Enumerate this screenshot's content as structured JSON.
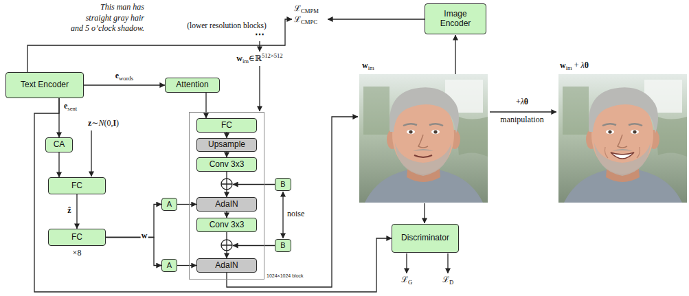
{
  "diagram": {
    "nodes": [
      {
        "text": [
          "Text Encoder"
        ]
      },
      {
        "text": [
          "CA"
        ]
      },
      {
        "text": [
          "FC"
        ]
      },
      {
        "text": [
          "FC"
        ]
      },
      {
        "text": [
          "Attention"
        ]
      },
      {
        "text": [
          "A"
        ]
      },
      {
        "text": [
          "A"
        ]
      },
      {
        "text": [
          "1024×1024 block"
        ]
      },
      {
        "text": [
          "FC"
        ],
        "in": 7
      },
      {
        "text": [
          "Upsample"
        ],
        "in": 7
      },
      {
        "text": [
          "Conv 3x3"
        ],
        "in": 7
      },
      {
        "text": [
          "AdaIN"
        ],
        "in": 7
      },
      {
        "text": [
          "Conv 3x3"
        ],
        "in": 7
      },
      {
        "text": [
          "AdaIN"
        ],
        "in": 7
      },
      {
        "text": [
          "B"
        ]
      },
      {
        "text": [
          "B"
        ]
      },
      {
        "text": [
          "Image Encoder"
        ]
      },
      {
        "text": [
          "Discriminator"
        ]
      }
    ],
    "edges": [
      {
        "from": 0,
        "to": 4,
        "arrow": "to",
        "label": "ewords"
      },
      {
        "from": 0,
        "to": 1,
        "arrow": "to",
        "label": "esent"
      },
      {
        "from": 0,
        "to": 17,
        "arrow": "to"
      },
      {
        "from": 1,
        "to": 2,
        "arrow": "to"
      },
      {
        "from": 2,
        "to": 3,
        "arrow": "to",
        "label": "ẑ"
      },
      {
        "from": 3,
        "to": 5,
        "arrow": "to"
      },
      {
        "from": 3,
        "to": 6,
        "arrow": "to"
      },
      {
        "from": 5,
        "to": 11,
        "arrow": "to"
      },
      {
        "from": 6,
        "to": 13,
        "arrow": "to"
      },
      {
        "from": 4,
        "to": 8,
        "arrow": "to"
      },
      {
        "from": 8,
        "to": 9,
        "arrow": "to"
      },
      {
        "from": 9,
        "to": 10,
        "arrow": "to"
      },
      {
        "from": 10,
        "to": 11,
        "arrow": "to"
      },
      {
        "from": 11,
        "to": 12,
        "arrow": "to"
      },
      {
        "from": 12,
        "to": 13,
        "arrow": "to"
      }
    ],
    "labels": [
      "This man has straight gray hair and 5 o’clock shadow.",
      "(lower resolution blocks)",
      "⋯",
      "wim∈ℝ512×512",
      "z∼N(0,I)",
      "×8",
      "w",
      "noise",
      "ℒCMPM",
      "ℒCMPC",
      "wim",
      "wim + λθ",
      "+λθ",
      "manipulation",
      "ℒG",
      "ℒD"
    ]
  }
}
